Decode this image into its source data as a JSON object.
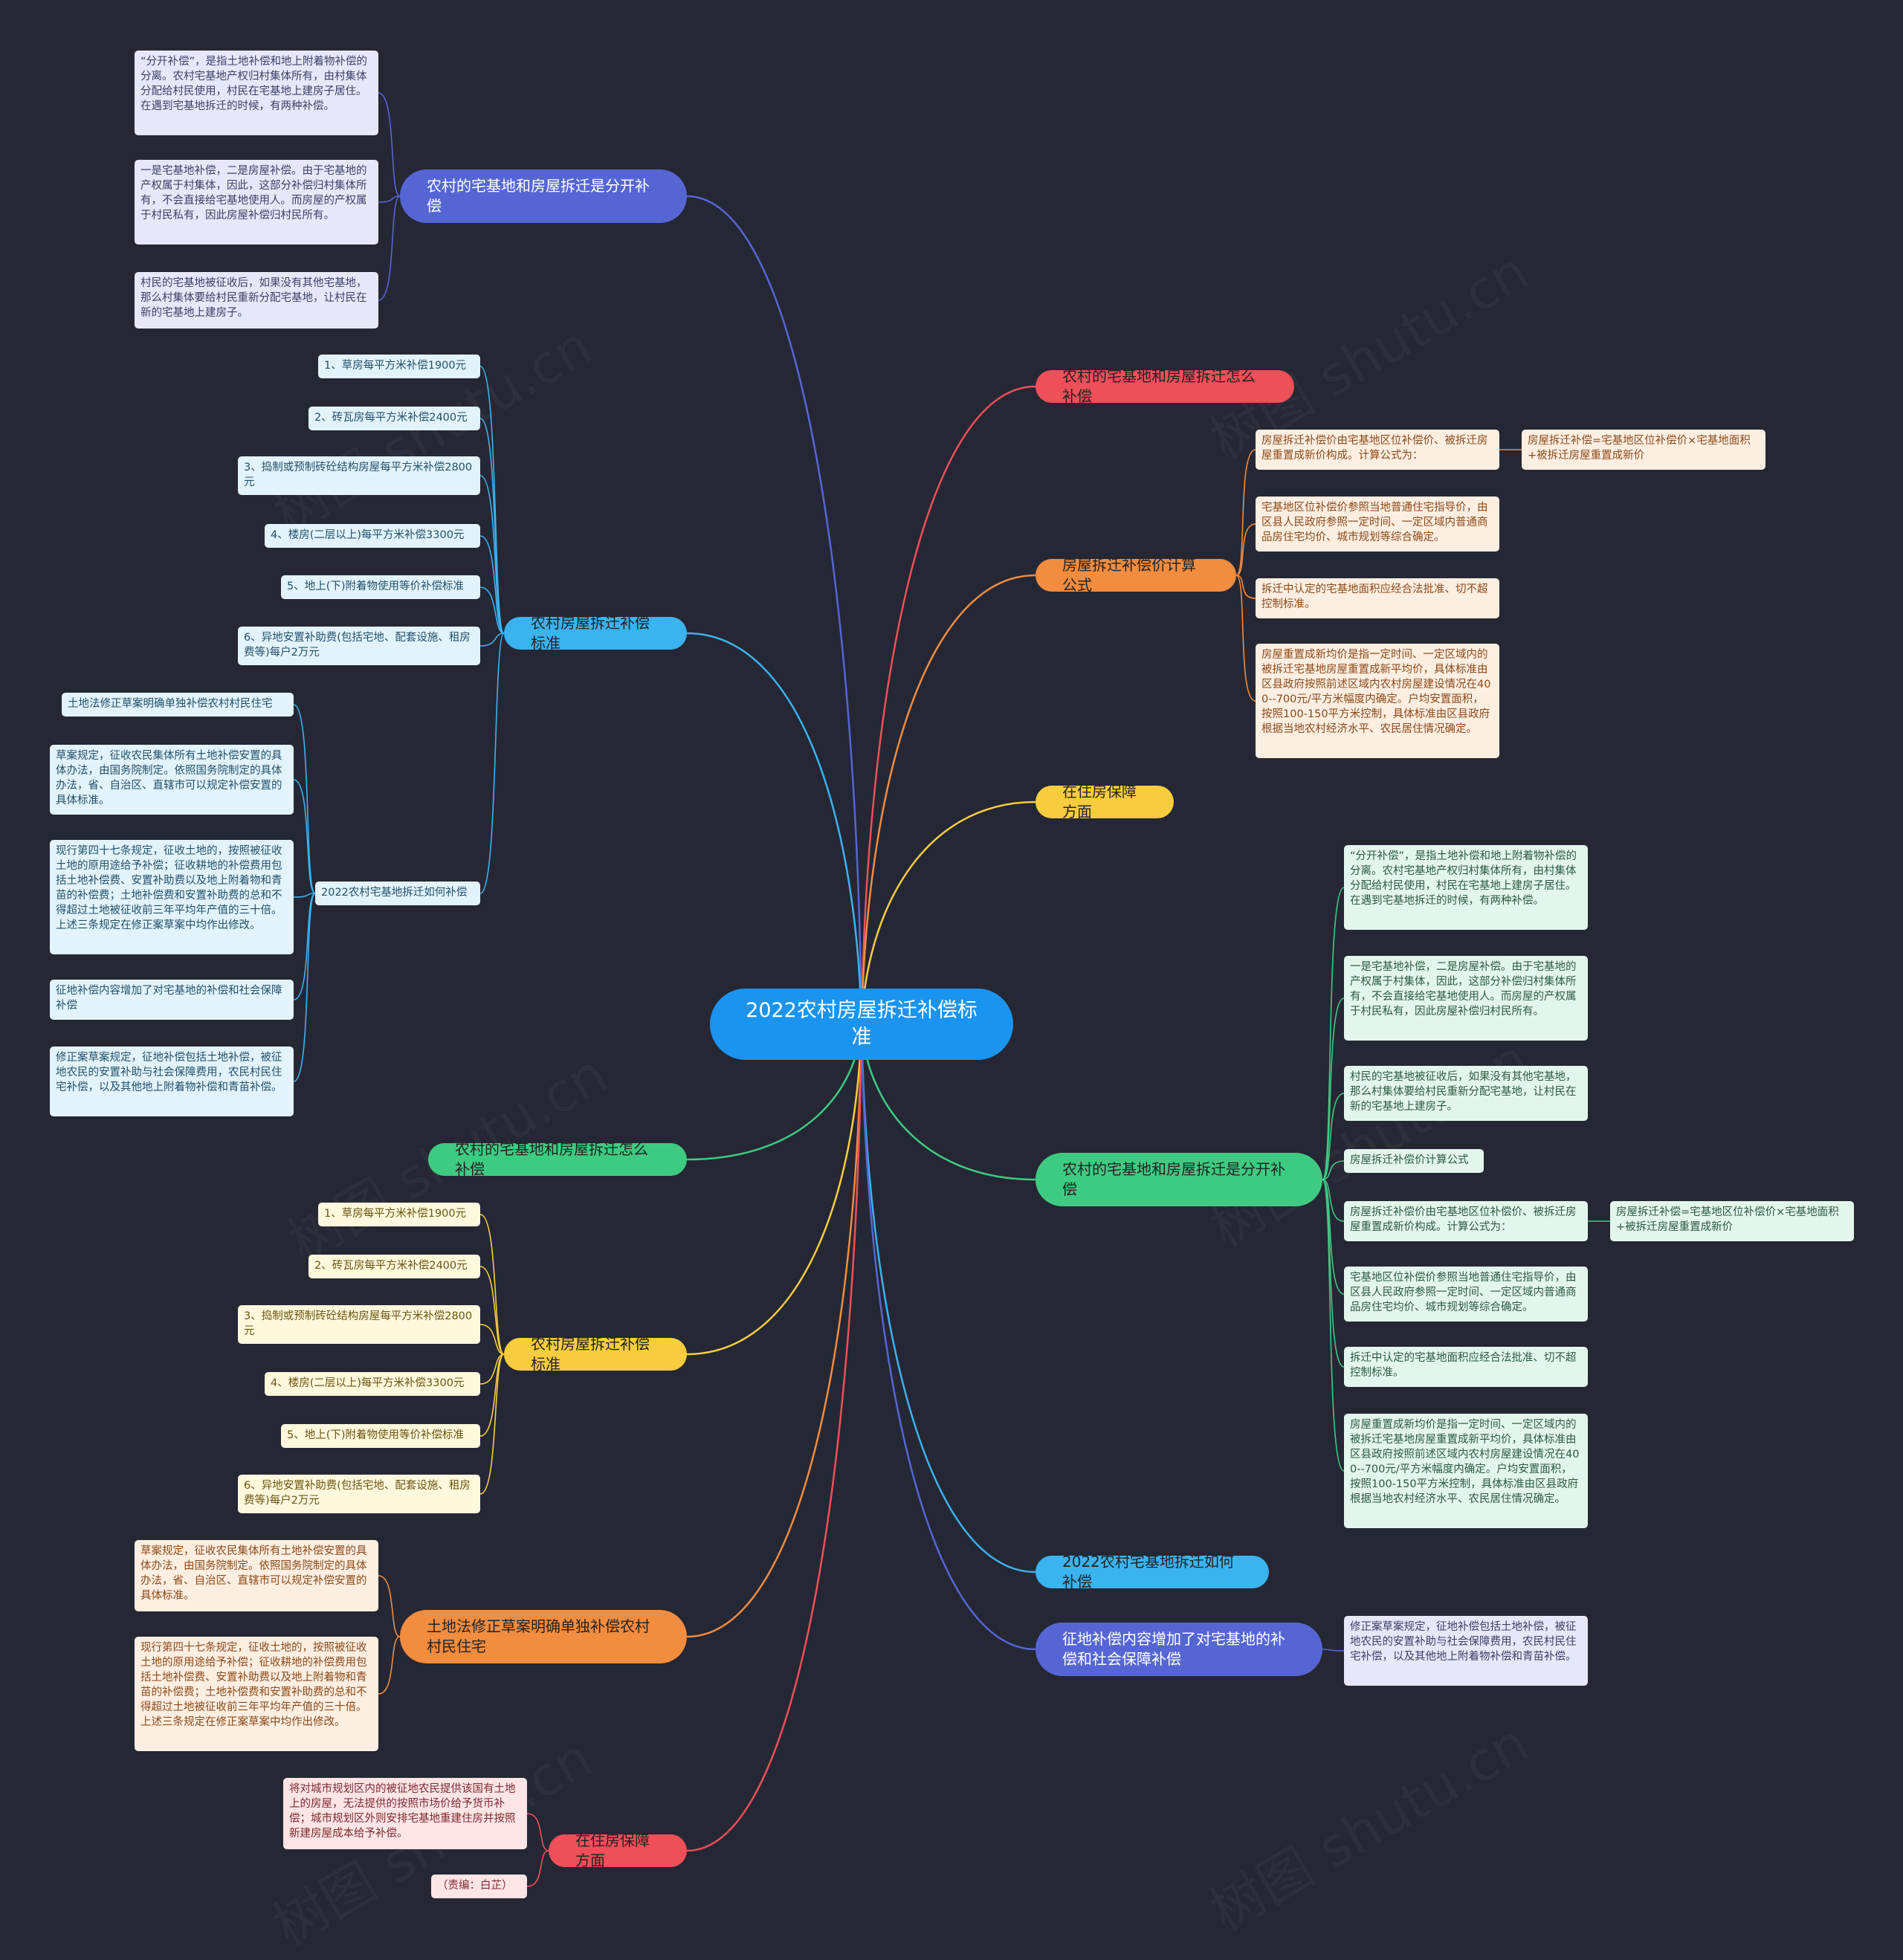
{
  "root": {
    "title": "2022农村房屋拆迁补偿标准"
  },
  "watermark": "树图 shutu.cn",
  "text": {
    "split_def": "“分开补偿”，是指土地补偿和地上附着物补偿的分离。农村宅基地产权归村集体所有，由村集体分配给村民使用，村民在宅基地上建房子居住。在遇到宅基地拆迁的时候，有两种补偿。",
    "two_kinds": "一是宅基地补偿，二是房屋补偿。由于宅基地的产权属于村集体，因此，这部分补偿归村集体所有，不会直接给宅基地使用人。而房屋的产权属于村民私有，因此房屋补偿归村民所有。",
    "reallocate": "村民的宅基地被征收后，如果没有其他宅基地，那么村集体要给村民重新分配宅基地，让村民在新的宅基地上建房子。",
    "std1": "1、草房每平方米补偿1900元",
    "std2": "2、砖瓦房每平方米补偿2400元",
    "std3": "3、捣制或预制砖砼结构房屋每平方米补偿2800元",
    "std4": "4、楼房(二层以上)每平方米补偿3300元",
    "std5": "5、地上(下)附着物使用等价补偿标准",
    "std6": "6、异地安置补助费(包括宅地、配套设施、租房费等)每户2万元",
    "land_law": "土地法修正草案明确单独补偿农村村民住宅",
    "draft_rule": "草案规定，征收农民集体所有土地补偿安置的具体办法，由国务院制定。依照国务院制定的具体办法，省、自治区、直辖市可以规定补偿安置的具体标准。",
    "art47": "现行第四十七条规定，征收土地的，按照被征收土地的原用途给予补偿；征收耕地的补偿费用包括土地补偿费、安置补助费以及地上附着物和青苗的补偿费；土地补偿费和安置补助费的总和不得超过土地被征收前三年平均年产值的三十倍。上述三条规定在修正案草案中均作出修改。",
    "added_short": "征地补偿内容增加了对宅基地的补偿和社会保障补偿",
    "amend_rule": "修正案草案规定，征地补偿包括土地补偿，被征地农民的安置补助与社会保障费用，农民村民住宅补偿，以及其他地上附着物补偿和青苗补偿。",
    "formula_intro": "房屋拆迁补偿价由宅基地区位补偿价、被拆迁房屋重置成新价构成。计算公式为：",
    "formula": "房屋拆迁补偿=宅基地区位补偿价×宅基地面积+被拆迁房屋重置成新价",
    "location_price": "宅基地区位补偿价参照当地普通住宅指导价，由区县人民政府参照一定时间、一定区域内普通商品房住宅均价、城市规划等综合确定。",
    "area_rule": "拆迁中认定的宅基地面积应经合法批准、切不超控制标准。",
    "replacement": "房屋重置成新均价是指一定时间、一定区域内的被拆迁宅基地房屋重置成新平均价，具体标准由区县政府按照前述区域内农村房屋建设情况在400--700元/平方米幅度内确定。户均安置面积，按照100-150平方米控制，具体标准由区县政府根据当地农村经济水平、农民居住情况确定。",
    "calc_formula": "房屋拆迁补偿价计算公式",
    "housing_detail": "将对城市规划区内的被征地农民提供该国有土地上的房屋，无法提供的按照市场价给予货币补偿；城市规划区外则安排宅基地重建住房并按照新建房屋成本给予补偿。",
    "editor": "（责编：白芷）"
  },
  "branches": {
    "split_left": "农村的宅基地和房屋拆迁是分开补偿",
    "std_left": "农村房屋拆迁补偿标准",
    "how_green": "农村的宅基地和房屋拆迁怎么补偿",
    "std_yellow": "农村房屋拆迁补偿标准",
    "law_orange": "土地法修正草案明确单独补偿农村村民住宅",
    "housing_red": "在住房保障方面",
    "how_red": "农村的宅基地和房屋拆迁怎么补偿",
    "calc_orange": "房屋拆迁补偿价计算公式",
    "housing_yellow": "在住房保障方面",
    "split_green": "农村的宅基地和房屋拆迁是分开补偿",
    "how2022": "2022农村宅基地拆迁如何补偿",
    "added": "征地补偿内容增加了对宅基地的补偿和社会保障补偿",
    "sub2022": "2022农村宅基地拆迁如何补偿"
  },
  "colors": {
    "background": "#252734",
    "root": "#1a94ef",
    "indigo": "#5566d4",
    "red": "#ef4f59",
    "orange": "#f28c3f",
    "yellow": "#f8cd3d",
    "green": "#3fca82",
    "cyan": "#3bb3ef"
  }
}
